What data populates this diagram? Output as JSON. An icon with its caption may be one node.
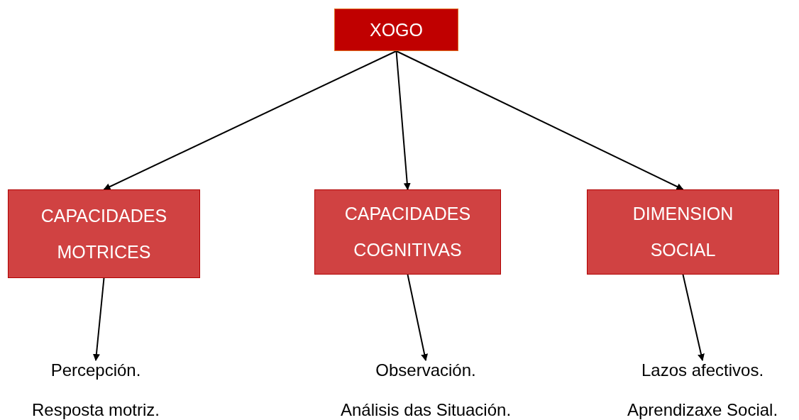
{
  "diagram": {
    "nodes": [
      {
        "text": [
          "XOGO"
        ]
      },
      {
        "text": [
          "CAPACIDADES MOTRICES"
        ]
      },
      {
        "text": [
          "CAPACIDADES COGNITIVAS"
        ]
      },
      {
        "text": [
          "DIMENSION SOCIAL"
        ]
      },
      {
        "text": [
          "Percepción.",
          "Resposta motriz."
        ]
      },
      {
        "text": [
          "Observación.",
          "Análisis das Situación."
        ]
      },
      {
        "text": [
          "Lazos afectivos.",
          "Aprendizaxe Social."
        ]
      }
    ],
    "edges": [
      {
        "from": 0,
        "to": 1,
        "arrow": "to"
      },
      {
        "from": 0,
        "to": 2,
        "arrow": "to"
      },
      {
        "from": 0,
        "to": 3,
        "arrow": "to"
      },
      {
        "from": 1,
        "to": 4,
        "arrow": "to"
      },
      {
        "from": 2,
        "to": 5,
        "arrow": "to"
      },
      {
        "from": 3,
        "to": 6,
        "arrow": "to"
      }
    ]
  }
}
